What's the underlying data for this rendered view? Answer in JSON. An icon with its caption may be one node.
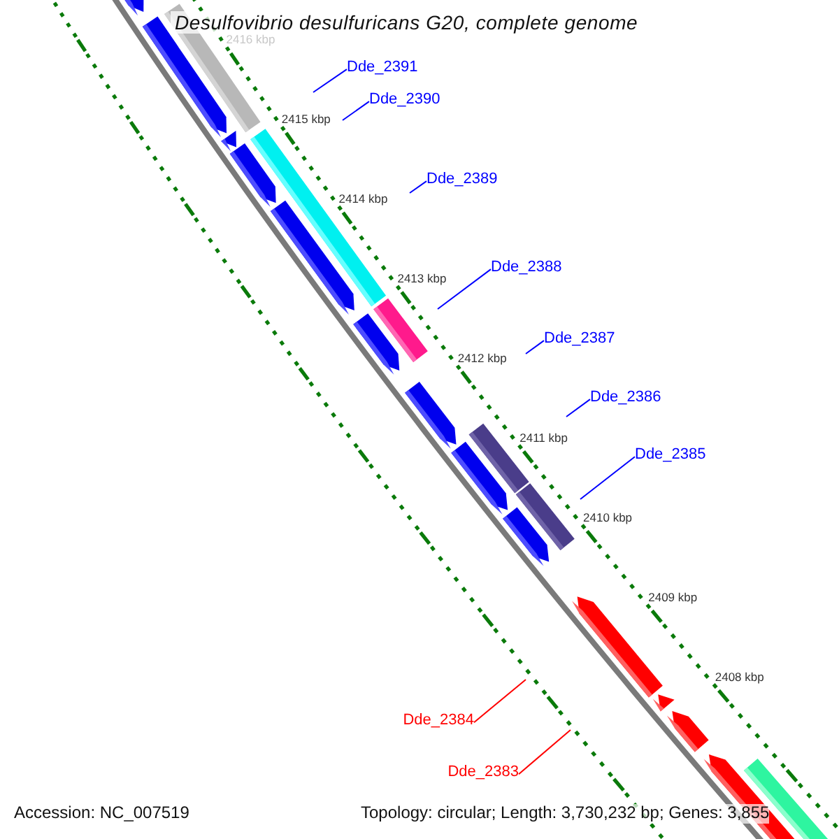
{
  "diagram": {
    "title": "Desulfovibrio desulfuricans G20, complete genome",
    "nodes": [
      {
        "text": [
          "Dde_2391"
        ]
      },
      {
        "text": [
          "Dde_2390"
        ]
      },
      {
        "text": [
          "Dde_2389"
        ]
      },
      {
        "text": [
          "Dde_2388"
        ]
      },
      {
        "text": [
          "Dde_2387"
        ]
      },
      {
        "text": [
          "Dde_2386"
        ]
      },
      {
        "text": [
          "Dde_2385"
        ]
      },
      {
        "text": [
          "Dde_2384"
        ]
      },
      {
        "text": [
          "Dde_2383"
        ]
      }
    ],
    "edges": [
      {
        "from": 0,
        "to": null,
        "arrow": "none"
      },
      {
        "from": 1,
        "to": null,
        "arrow": "none"
      },
      {
        "from": 2,
        "to": null,
        "arrow": "none"
      },
      {
        "from": 3,
        "to": null,
        "arrow": "none"
      },
      {
        "from": 4,
        "to": null,
        "arrow": "none"
      },
      {
        "from": 5,
        "to": null,
        "arrow": "none"
      },
      {
        "from": 6,
        "to": null,
        "arrow": "none"
      },
      {
        "from": 7,
        "to": null,
        "arrow": "none",
        "color": "#ff0000"
      },
      {
        "from": 8,
        "to": null,
        "arrow": "none",
        "color": "#ff0000"
      }
    ],
    "labels": [
      "2416 kbp",
      "2415 kbp",
      "2414 kbp",
      "2413 kbp",
      "2412 kbp",
      "2411 kbp",
      "2410 kbp",
      "2409 kbp",
      "2408 kbp",
      "Accession: NC_007519",
      "Topology: circular; Length: 3,730,232 bp; Genes: 3,855"
    ]
  }
}
